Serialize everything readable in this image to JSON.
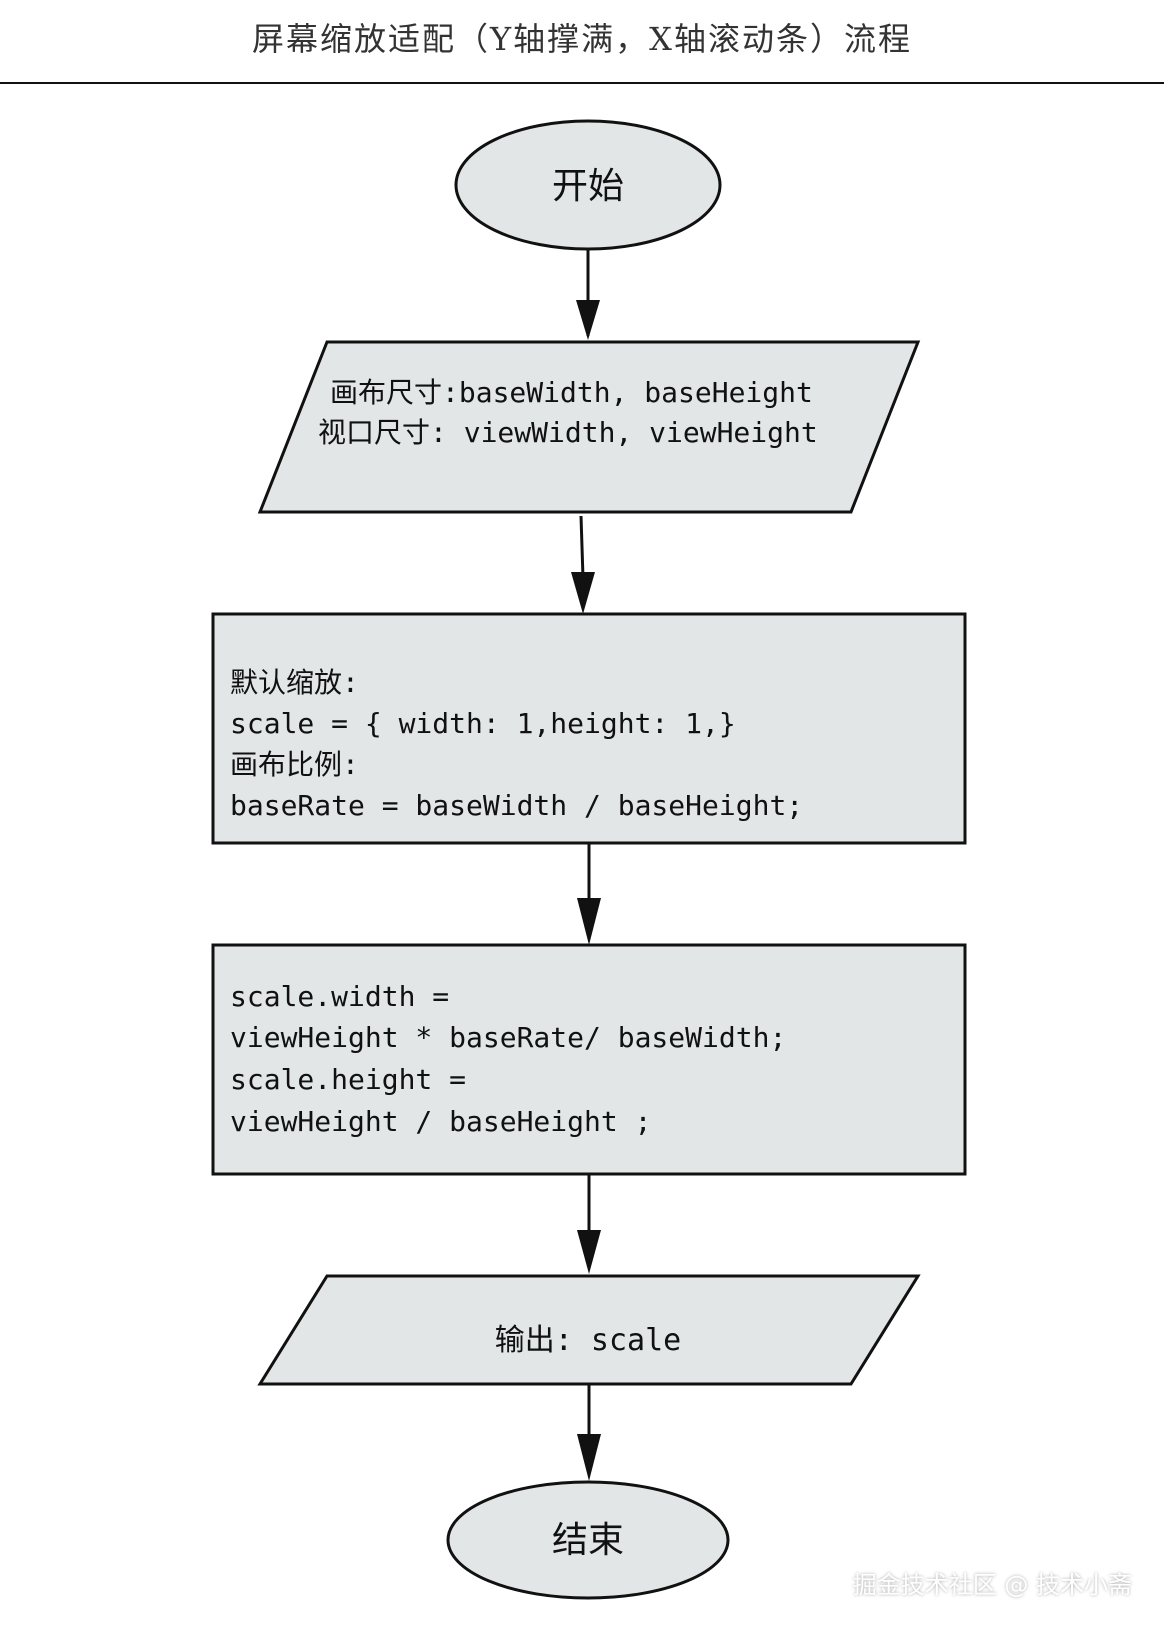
{
  "title": "屏幕缩放适配（Y轴撑满，X轴滚动条）流程",
  "colors": {
    "node_fill": "#e2e6e6",
    "stroke": "#111111",
    "background": "#ffffff"
  },
  "nodes": {
    "start": {
      "label": "开始"
    },
    "input": {
      "lines": [
        "画布尺寸:baseWidth, baseHeight",
        "视口尺寸: viewWidth, viewHeight"
      ]
    },
    "defaults": {
      "lines": [
        "默认缩放:",
        "scale = { width: 1,height: 1,}",
        "画布比例:",
        "baseRate = baseWidth / baseHeight;"
      ]
    },
    "compute": {
      "lines": [
        "scale.width =",
        "viewHeight * baseRate/ baseWidth;",
        "scale.height =",
        "viewHeight / baseHeight ;"
      ]
    },
    "output": {
      "label": "输出: scale"
    },
    "end": {
      "label": "结束"
    }
  },
  "watermark": "掘金技术社区 @ 技术小斋"
}
